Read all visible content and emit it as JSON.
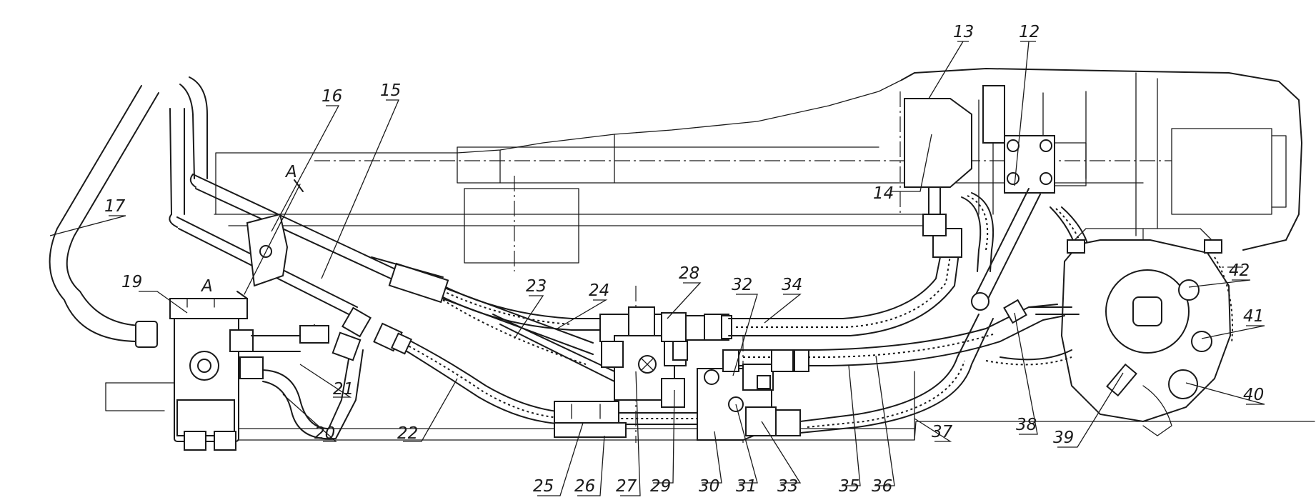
{
  "section_marks": {
    "top": "A",
    "bottom": "A"
  },
  "callouts": [
    {
      "id": "c12",
      "text": "12"
    },
    {
      "id": "c13",
      "text": "13"
    },
    {
      "id": "c14",
      "text": "14"
    },
    {
      "id": "c15",
      "text": "15"
    },
    {
      "id": "c16",
      "text": "16"
    },
    {
      "id": "c17",
      "text": "17"
    },
    {
      "id": "c19",
      "text": "19"
    },
    {
      "id": "c20",
      "text": "20"
    },
    {
      "id": "c21",
      "text": "21"
    },
    {
      "id": "c22",
      "text": "22"
    },
    {
      "id": "c23",
      "text": "23"
    },
    {
      "id": "c24",
      "text": "24"
    },
    {
      "id": "c25",
      "text": "25"
    },
    {
      "id": "c26",
      "text": "26"
    },
    {
      "id": "c27",
      "text": "27"
    },
    {
      "id": "c28",
      "text": "28"
    },
    {
      "id": "c29",
      "text": "29"
    },
    {
      "id": "c30",
      "text": "30"
    },
    {
      "id": "c31",
      "text": "31"
    },
    {
      "id": "c32",
      "text": "32"
    },
    {
      "id": "c33",
      "text": "33"
    },
    {
      "id": "c34",
      "text": "34"
    },
    {
      "id": "c35",
      "text": "35"
    },
    {
      "id": "c36",
      "text": "36"
    },
    {
      "id": "c37",
      "text": "37"
    },
    {
      "id": "c38",
      "text": "38"
    },
    {
      "id": "c39",
      "text": "39"
    },
    {
      "id": "c40",
      "text": "40"
    },
    {
      "id": "c41",
      "text": "41"
    },
    {
      "id": "c42",
      "text": "42"
    }
  ]
}
